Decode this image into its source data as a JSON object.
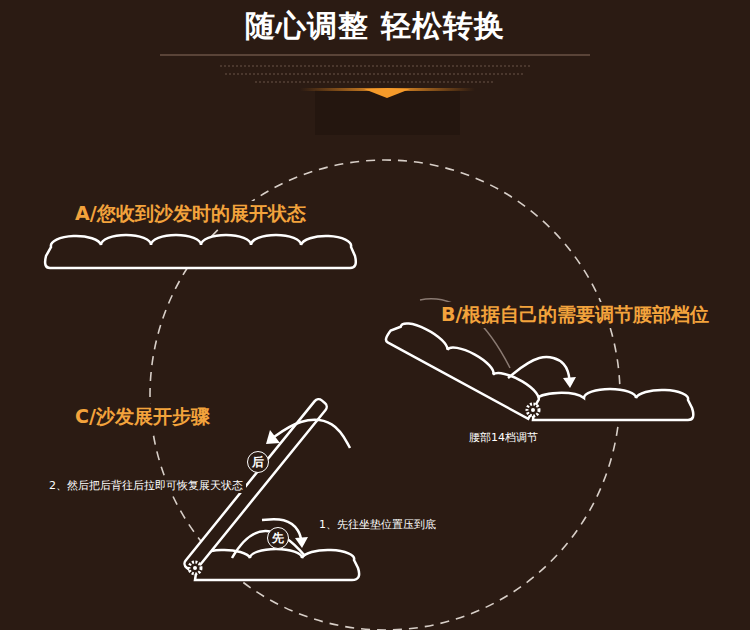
{
  "diagram": {
    "title": "随心调整 轻松转换",
    "nodes": [
      {
        "text": [
          "后"
        ]
      },
      {
        "text": [
          "先"
        ]
      }
    ],
    "labels": [
      "A/您收到沙发时的展开状态",
      "B/根据自己的需要调节腰部档位",
      "腰部14档调节",
      "C/沙发展开步骤",
      "2、然后把后背往后拉即可恢复展天状态",
      "1、先往坐垫位置压到底"
    ]
  }
}
